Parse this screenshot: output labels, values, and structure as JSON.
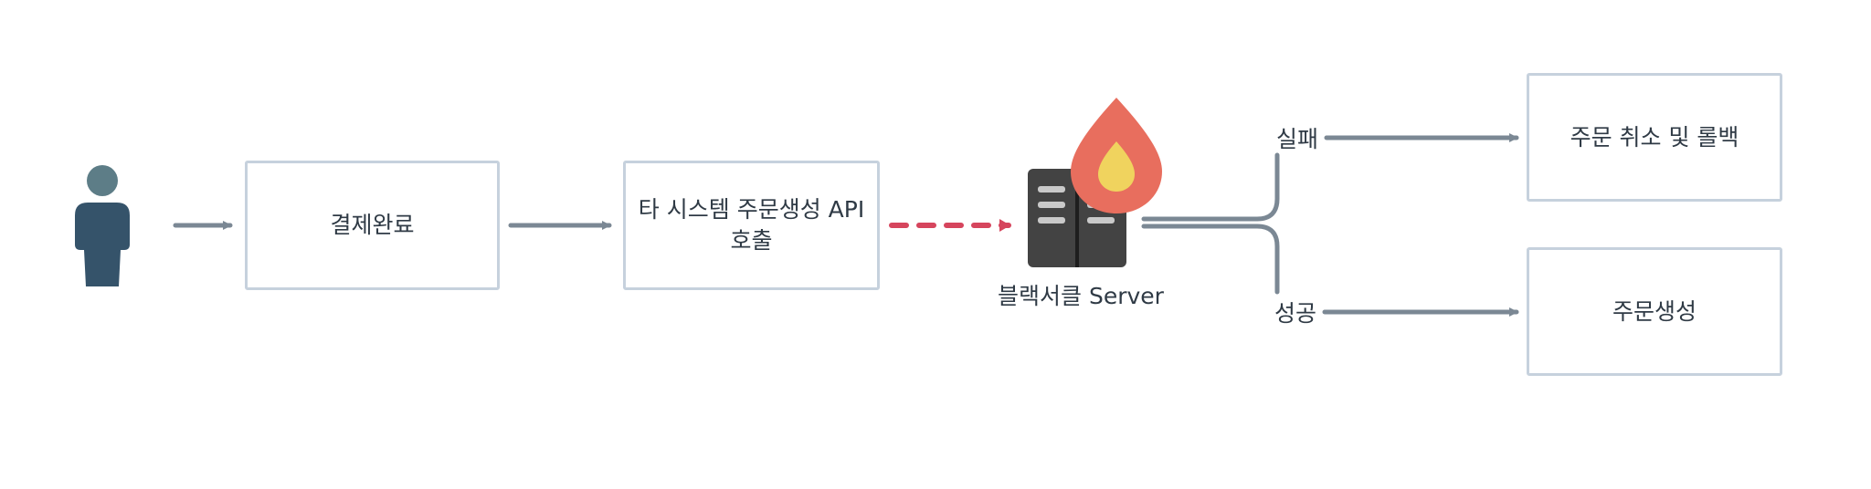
{
  "diagram": {
    "actor": {
      "icon": "user-icon"
    },
    "nodes": {
      "payment_complete": "결제완료",
      "external_call": "타 시스템 주문생성 API\n호출",
      "server_label": "블랙서클 Server",
      "cancel_rollback": "주문 취소 및 롤백",
      "order_created": "주문생성"
    },
    "branches": {
      "fail": "실패",
      "success": "성공"
    },
    "icons": {
      "server": "server-icon",
      "fire": "fire-icon"
    },
    "colors": {
      "arrow": "#7b8894",
      "dashed_arrow": "#d6455d",
      "box_border": "#c6d1dd",
      "server_body": "#434343",
      "fire_outer": "#e86e5e",
      "fire_inner": "#f0d35e",
      "actor": "#35536a",
      "actor_head": "#5d7d87"
    }
  }
}
